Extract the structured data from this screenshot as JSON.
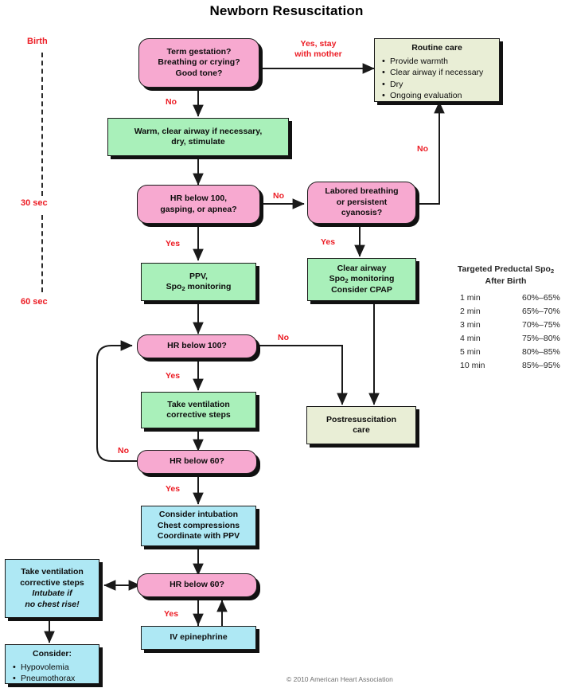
{
  "title": "Newborn Resuscitation",
  "copyright": "© 2010 American Heart Association",
  "timeline": {
    "birth": "Birth",
    "thirty": "30 sec",
    "sixty": "60 sec"
  },
  "nodes": {
    "term_gestation": {
      "l1": "Term gestation?",
      "l2": "Breathing or crying?",
      "l3": "Good tone?"
    },
    "routine_care": {
      "heading": "Routine care",
      "items": [
        "Provide warmth",
        "Clear airway if necessary",
        "Dry",
        "Ongoing evaluation"
      ]
    },
    "warm_clear": {
      "l1": "Warm, clear airway if necessary,",
      "l2": "dry, stimulate"
    },
    "hr100_gasping": {
      "l1": "HR below 100,",
      "l2": "gasping, or apnea?"
    },
    "labored_breathing": {
      "l1": "Labored breathing",
      "l2": "or persistent",
      "l3": "cyanosis?"
    },
    "ppv": {
      "l1": "PPV,",
      "l2_pre": "Spo",
      "l2_sub": "2",
      "l2_post": " monitoring"
    },
    "clear_airway": {
      "l1": "Clear airway",
      "l2_pre": "Spo",
      "l2_sub": "2",
      "l2_post": " monitoring",
      "l3": "Consider CPAP"
    },
    "hr100": {
      "l1": "HR below 100?"
    },
    "take_vent_steps": {
      "l1": "Take ventilation",
      "l2": "corrective steps"
    },
    "hr60_a": {
      "l1": "HR below 60?"
    },
    "postresus": {
      "l1": "Postresuscitation",
      "l2": "care"
    },
    "intubation": {
      "l1": "Consider intubation",
      "l2": "Chest compressions",
      "l3": "Coordinate with PPV"
    },
    "hr60_b": {
      "l1": "HR below 60?"
    },
    "iv_epi": {
      "l1": "IV epinephrine"
    },
    "take_vent_steps_2": {
      "l1": "Take ventilation",
      "l2": "corrective steps",
      "l3": "Intubate if",
      "l4": "no chest rise!"
    },
    "consider": {
      "heading": "Consider:",
      "items": [
        "Hypovolemia",
        "Pneumothorax"
      ]
    }
  },
  "edge_labels": {
    "yes_stay_l1": "Yes, stay",
    "yes_stay_l2": "with mother",
    "no_1": "No",
    "no_2": "No",
    "no_3": "No",
    "yes_1": "Yes",
    "yes_2": "Yes",
    "no_4": "No",
    "yes_3": "Yes",
    "no_5": "No",
    "yes_4": "Yes",
    "yes_5": "Yes"
  },
  "spo2_table": {
    "caption_l1_pre": "Targeted Preductal Spo",
    "caption_l1_sub": "2",
    "caption_l2": "After Birth",
    "rows": [
      {
        "time": "1 min",
        "range": "60%–65%"
      },
      {
        "time": "2 min",
        "range": "65%–70%"
      },
      {
        "time": "3 min",
        "range": "70%–75%"
      },
      {
        "time": "4 min",
        "range": "75%–80%"
      },
      {
        "time": "5 min",
        "range": "80%–85%"
      },
      {
        "time": "10 min",
        "range": "85%–95%"
      }
    ]
  },
  "colors": {
    "decision_pink": "#f7a9d0",
    "action_green": "#a9f0ba",
    "cyan": "#aee8f4",
    "cream": "#e9eed6",
    "red_label": "#ec1c24",
    "line": "#1a1a1a"
  }
}
